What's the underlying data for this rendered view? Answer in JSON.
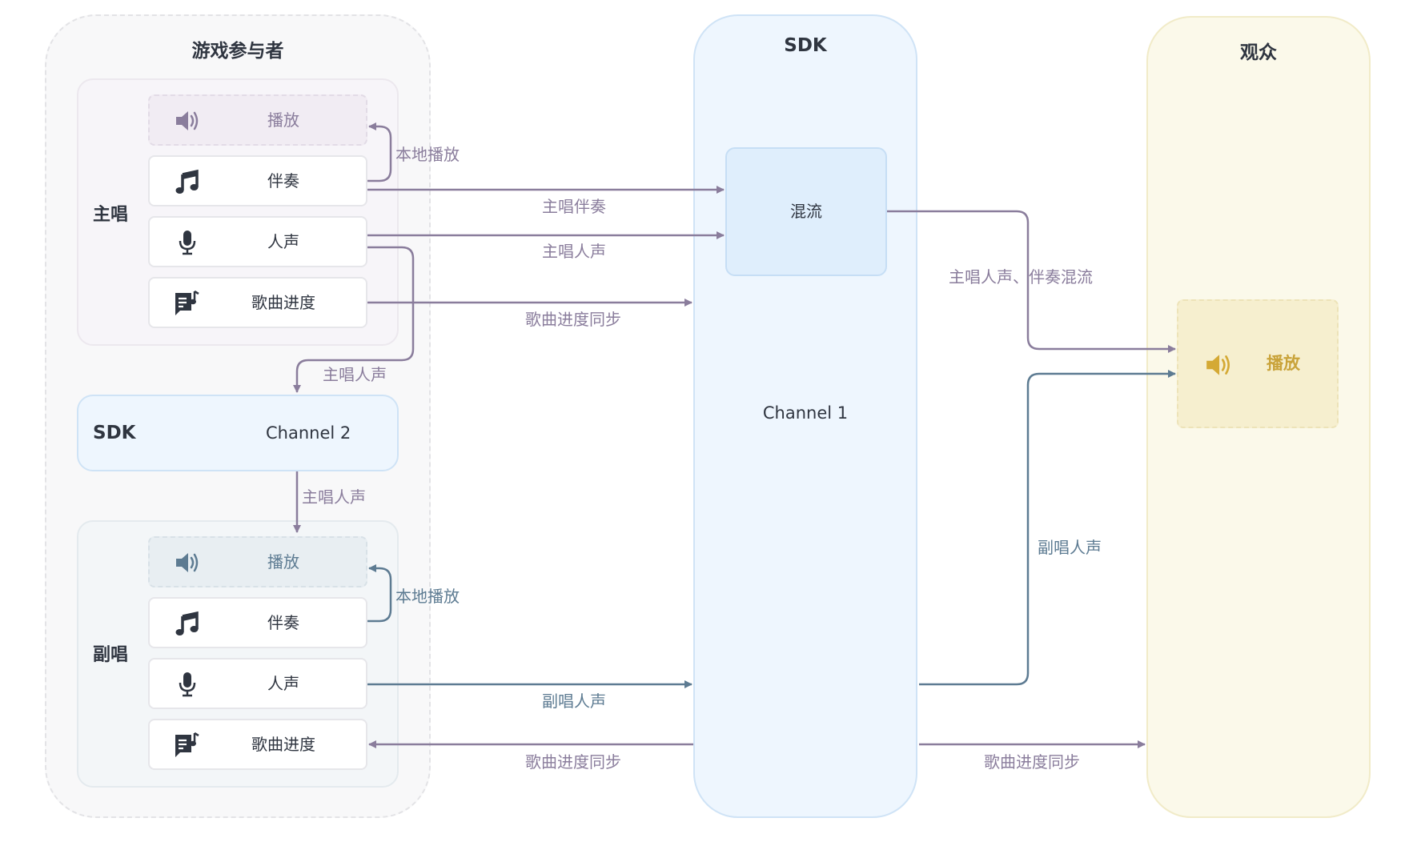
{
  "columns": {
    "players": "游戏参与者",
    "sdk": "SDK",
    "audience": "观众"
  },
  "lead": {
    "role": "主唱",
    "items": [
      {
        "label": "播放",
        "icon": "speaker-icon"
      },
      {
        "label": "伴奏",
        "icon": "music-note-icon"
      },
      {
        "label": "人声",
        "icon": "microphone-icon"
      },
      {
        "label": "歌曲进度",
        "icon": "song-progress-icon"
      }
    ]
  },
  "sdk2": {
    "name": "SDK",
    "channel": "Channel 2"
  },
  "backing": {
    "role": "副唱",
    "items": [
      {
        "label": "播放",
        "icon": "speaker-icon"
      },
      {
        "label": "伴奏",
        "icon": "music-note-icon"
      },
      {
        "label": "人声",
        "icon": "microphone-icon"
      },
      {
        "label": "歌曲进度",
        "icon": "song-progress-icon"
      }
    ]
  },
  "sdk_main": {
    "mix": "混流",
    "channel": "Channel 1"
  },
  "audience": {
    "play": "播放",
    "icon": "speaker-icon"
  },
  "edges": {
    "lead_local_play": "本地播放",
    "lead_accomp": "主唱伴奏",
    "lead_vocal": "主唱人声",
    "lead_sync": "歌曲进度同步",
    "lead_vocal_to_sdk2": "主唱人声",
    "sdk2_to_backing": "主唱人声",
    "backing_local_play": "本地播放",
    "backing_vocal": "副唱人声",
    "sync_to_backing": "歌曲进度同步",
    "mix_to_audience": "主唱人声、伴奏混流",
    "backing_vocal_to_audience": "副唱人声",
    "sync_to_audience": "歌曲进度同步"
  },
  "colors": {
    "lead_flow": "#8a7d9c",
    "backing_flow": "#5d7b92",
    "audience_accent": "#c9a33a"
  }
}
